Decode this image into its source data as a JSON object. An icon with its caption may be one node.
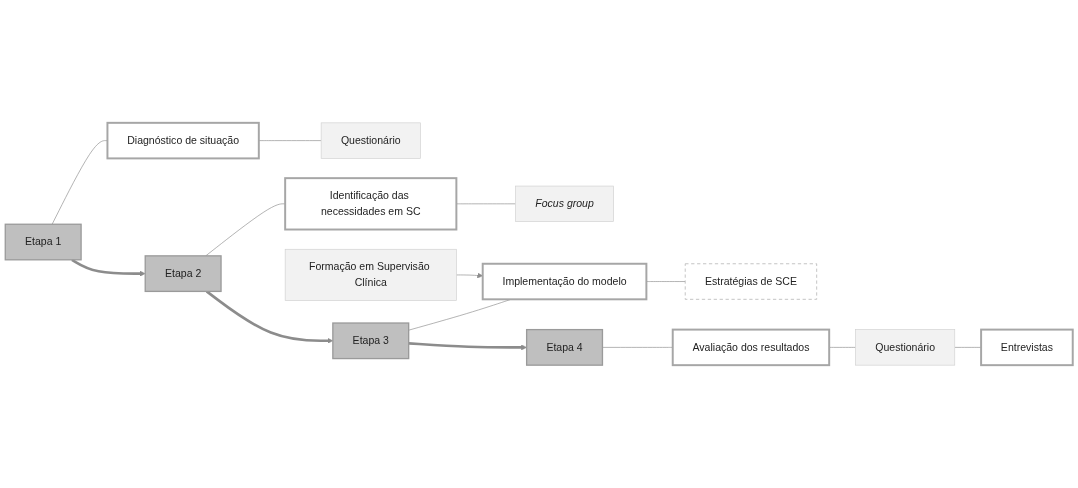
{
  "diagram": {
    "nodes": [
      {
        "text": [
          "Etapa 1"
        ]
      },
      {
        "text": [
          "Diagnóstico de situação"
        ]
      },
      {
        "text": [
          "Questionário"
        ]
      },
      {
        "text": [
          "Etapa 2"
        ]
      },
      {
        "text": [
          "Identificação das necessidades em SC"
        ]
      },
      {
        "text": [
          "Focus group"
        ]
      },
      {
        "text": [
          "Etapa 3"
        ]
      },
      {
        "text": [
          "Implementação do modelo"
        ]
      },
      {
        "text": [
          "Estratégias de SCE"
        ]
      },
      {
        "text": [
          "Etapa 4"
        ]
      },
      {
        "text": [
          "Avaliação dos resultados"
        ]
      },
      {
        "text": [
          "Questionário"
        ]
      },
      {
        "text": [
          "Entrevistas"
        ]
      },
      {
        "text": [
          "Formação em Supervisão Clínica"
        ]
      }
    ],
    "edges": [
      {
        "from": 0,
        "to": 3,
        "arrow": "to",
        "style": "thick"
      },
      {
        "from": 3,
        "to": 6,
        "arrow": "to",
        "style": "thick"
      },
      {
        "from": 6,
        "to": 9,
        "arrow": "to",
        "style": "thick"
      },
      {
        "from": 0,
        "to": 1,
        "arrow": "none"
      },
      {
        "from": 1,
        "to": 2,
        "arrow": "none"
      },
      {
        "from": 3,
        "to": 4,
        "arrow": "none"
      },
      {
        "from": 4,
        "to": 5,
        "arrow": "none"
      },
      {
        "from": 6,
        "to": 7,
        "arrow": "none"
      },
      {
        "from": 7,
        "to": 8,
        "arrow": "none"
      },
      {
        "from": 9,
        "to": 10,
        "arrow": "none"
      },
      {
        "from": 10,
        "to": 11,
        "arrow": "none"
      },
      {
        "from": 11,
        "to": 12,
        "arrow": "none"
      },
      {
        "from": 13,
        "to": 7,
        "arrow": "to"
      }
    ]
  }
}
